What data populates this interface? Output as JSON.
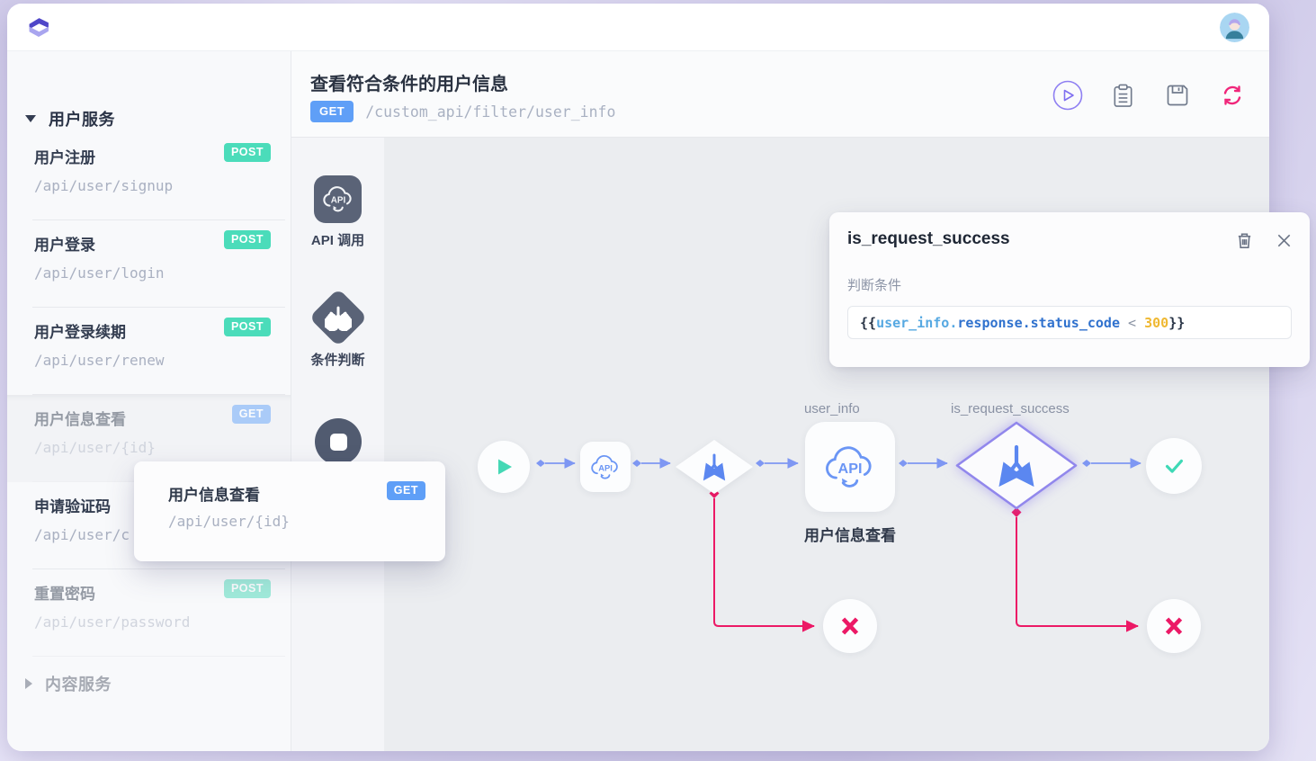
{
  "topbar": {
    "logo": "layers-logo",
    "avatar": "user-avatar"
  },
  "sidebar": {
    "groups": [
      {
        "label": "用户服务",
        "collapsed": false,
        "items": [
          {
            "name": "用户注册",
            "method": "POST",
            "path": "/api/user/signup"
          },
          {
            "name": "用户登录",
            "method": "POST",
            "path": "/api/user/login"
          },
          {
            "name": "用户登录续期",
            "method": "POST",
            "path": "/api/user/renew"
          },
          {
            "name": "用户信息查看",
            "method": "GET",
            "path": "/api/user/{id}",
            "state": "dragging"
          },
          {
            "name": "申请验证码",
            "path": "/api/user/c"
          },
          {
            "name": "重置密码",
            "method": "POST",
            "path": "/api/user/password",
            "state": "dimmed"
          }
        ]
      },
      {
        "label": "内容服务",
        "collapsed": true,
        "items": []
      }
    ]
  },
  "drag_preview": {
    "name": "用户信息查看",
    "method": "GET",
    "path": "/api/user/{id}"
  },
  "palette": {
    "items": [
      {
        "label": "API 调用",
        "icon": "api-call-icon"
      },
      {
        "label": "条件判断",
        "icon": "condition-icon"
      },
      {
        "label": "",
        "icon": "end-node-icon"
      }
    ]
  },
  "editor_header": {
    "title": "查看符合条件的用户信息",
    "method": "GET",
    "path": "/custom_api/filter/user_info"
  },
  "toolbar": {
    "icons": [
      {
        "name": "run-icon"
      },
      {
        "name": "clipboard-icon"
      },
      {
        "name": "save-icon"
      },
      {
        "name": "refresh-icon"
      }
    ]
  },
  "canvas": {
    "labels": {
      "user_info": "user_info",
      "user_info_title": "用户信息查看",
      "condition": "is_request_success"
    },
    "nodes": [
      {
        "id": "start",
        "type": "start"
      },
      {
        "id": "api-call-1",
        "type": "api"
      },
      {
        "id": "condition-1",
        "type": "condition"
      },
      {
        "id": "user_info",
        "type": "api",
        "label": "user_info",
        "title": "用户信息查看"
      },
      {
        "id": "is_request_success",
        "type": "condition",
        "label": "is_request_success",
        "selected": true
      },
      {
        "id": "success-end",
        "type": "success"
      },
      {
        "id": "fail-end-1",
        "type": "fail"
      },
      {
        "id": "fail-end-2",
        "type": "fail"
      }
    ]
  },
  "panel": {
    "title": "is_request_success",
    "condition_label": "判断条件",
    "expression": "{{user_info.response.status_code < 300}}",
    "expression_segments": [
      {
        "text": "{{"
      },
      {
        "text": "user_info."
      },
      {
        "text": "response.status_code"
      },
      {
        "text": " < "
      },
      {
        "text": "300"
      },
      {
        "text": "}}"
      }
    ]
  },
  "colors": {
    "accent_blue": "#5f9ff7",
    "teal": "#4bdcba",
    "pink": "#ec1966",
    "indigo_logo": "#4f46c8",
    "edge_blue": "#7e97f3",
    "palette_slate": "#5a6377",
    "selected_purple": "#9187ec",
    "num_yellow": "#efb832"
  }
}
